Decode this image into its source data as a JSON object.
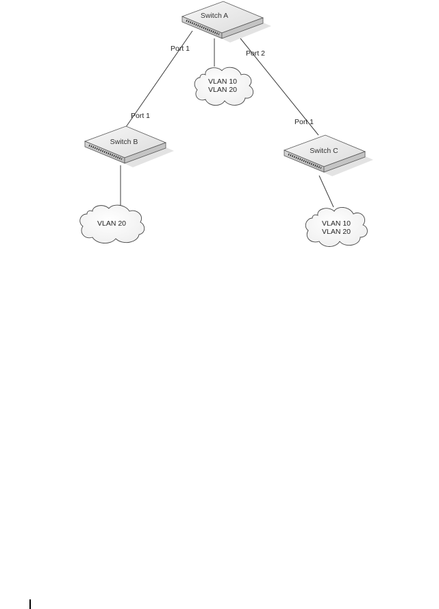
{
  "diagram": {
    "switches": [
      {
        "id": "a",
        "label": "Switch A"
      },
      {
        "id": "b",
        "label": "Switch B"
      },
      {
        "id": "c",
        "label": "Switch C"
      }
    ],
    "clouds": [
      {
        "id": "a",
        "line1": "VLAN 10",
        "line2": "VLAN 20"
      },
      {
        "id": "b",
        "line1": "VLAN 20"
      },
      {
        "id": "c",
        "line1": "VLAN 10",
        "line2": "VLAN 20"
      }
    ],
    "ports": {
      "a_to_b_top": "Port 1",
      "a_to_b_bottom": "Port 1",
      "a_to_c_top": "Port 2",
      "a_to_c_bottom": "Port 1"
    }
  },
  "colors": {
    "switch_top": "#ececec",
    "switch_side": "#cfcfcf",
    "shadow": "#d9d9d9",
    "line": "#3a3a3a"
  }
}
